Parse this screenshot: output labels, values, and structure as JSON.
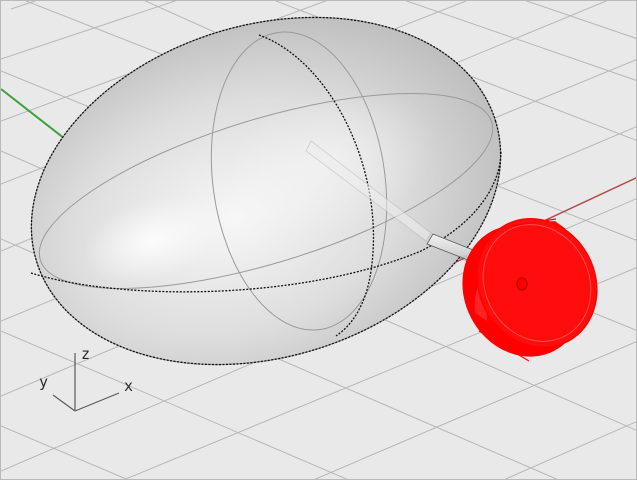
{
  "viewport": {
    "background_color": "#e9e9e9",
    "grid_color": "#b7b7b7",
    "grid_major_color": "#9a9a9a",
    "world_x_axis_color": "#b34a4a",
    "world_y_axis_color": "#3aa23a"
  },
  "axes_widget": {
    "x_label": "x",
    "y_label": "y",
    "z_label": "z",
    "line_color": "#5a5a5a"
  },
  "objects": [
    {
      "name": "ellipsoid",
      "shape": "ellipsoid",
      "fill_color": "#cfcfcf",
      "isocurve_color": "#111111",
      "selected": false
    },
    {
      "name": "rod",
      "shape": "cylinder",
      "fill_color": "#d8d8d8",
      "selected": false
    },
    {
      "name": "disc",
      "shape": "cylinder",
      "fill_color": "#ff0000",
      "selected": true,
      "selection_color": "#ff0000"
    }
  ]
}
